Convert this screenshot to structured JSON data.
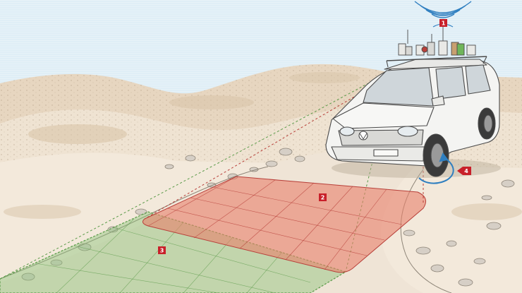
{
  "colors": {
    "sky": "#dfeef6",
    "sand": "#f1e6d7",
    "dune_shadow": "#d9c7b0",
    "callout": "#c8202a",
    "green_zone": "#8cc47a",
    "red_zone": "#e8806a",
    "radio_waves": "#2f7fc0",
    "rotation_arrow": "#2f7fc0",
    "vehicle_body": "#f4f4f2",
    "vehicle_outline": "#4a4a4a"
  },
  "callouts": [
    {
      "id": "1",
      "label": "1"
    },
    {
      "id": "2",
      "label": "2"
    },
    {
      "id": "3",
      "label": "3"
    },
    {
      "id": "4",
      "label": "4"
    }
  ],
  "icons": {
    "radio_waves": "radio-waves-icon",
    "rotation_arrow": "rotation-arrow-icon",
    "roof_sensors": "roof-sensor-array-icon"
  }
}
